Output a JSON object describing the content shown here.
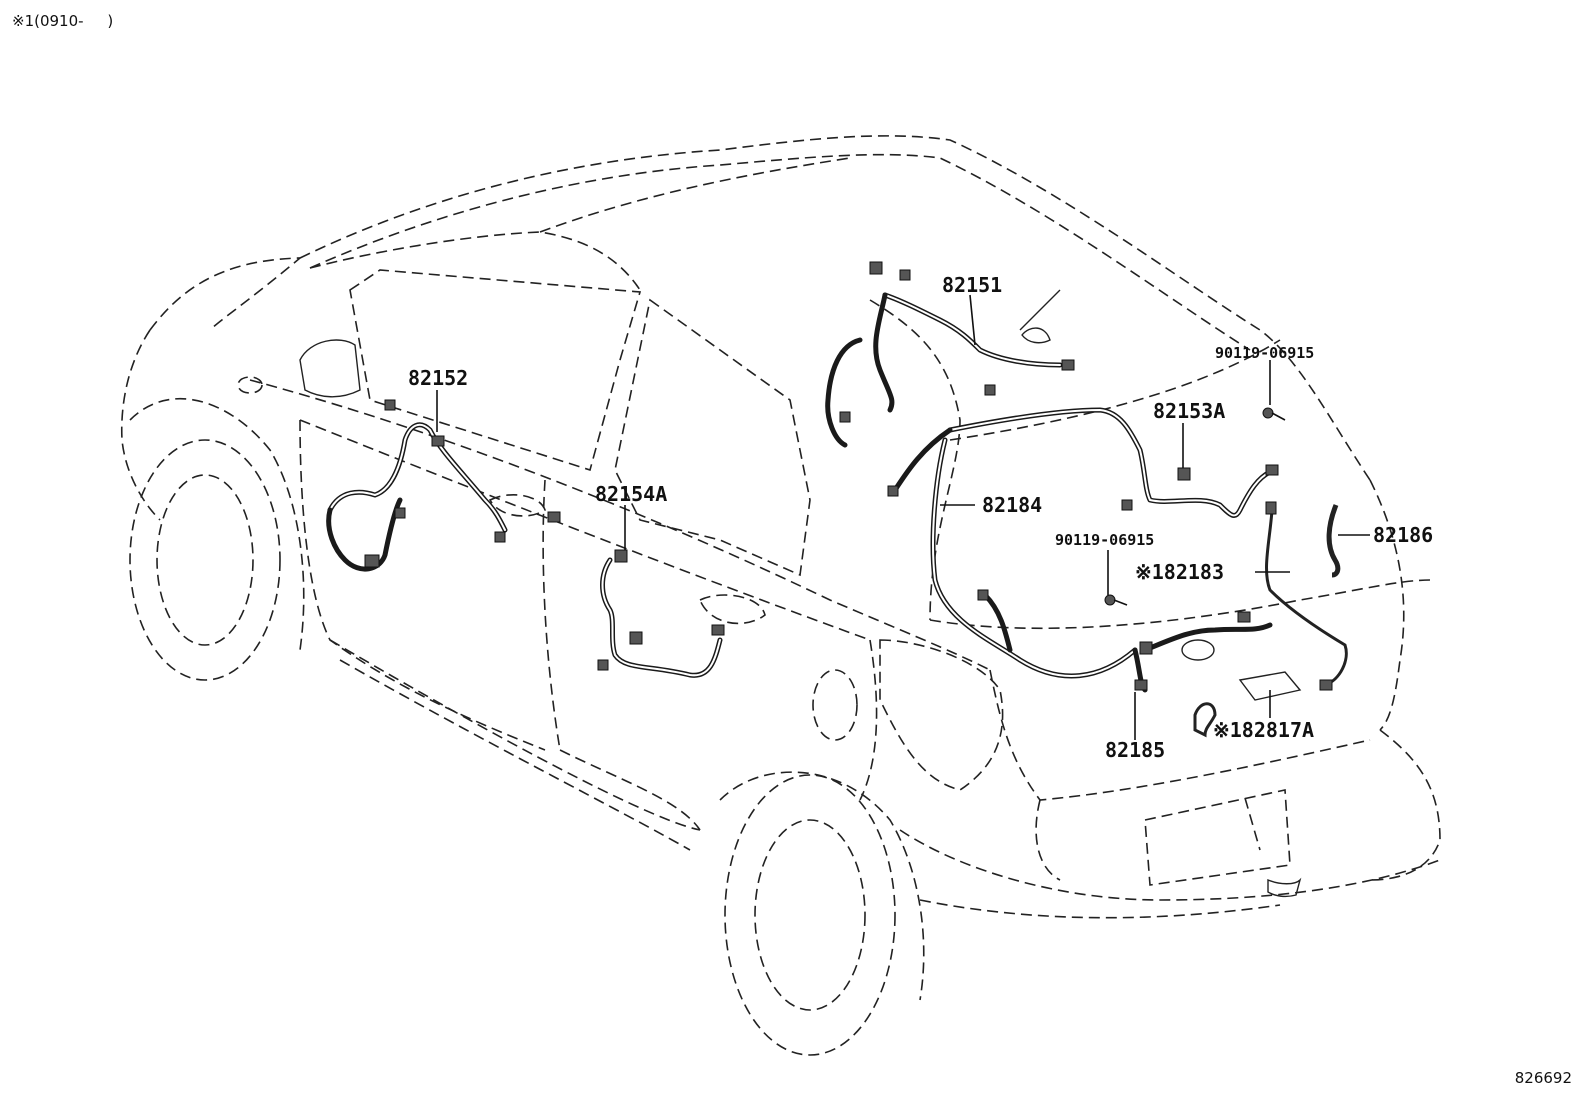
{
  "note": "※1(0910-     )",
  "figure_number": "826692",
  "callouts": [
    {
      "id": "82151",
      "text": "82151"
    },
    {
      "id": "82152",
      "text": "82152"
    },
    {
      "id": "82153A",
      "text": "82153A"
    },
    {
      "id": "82154A",
      "text": "82154A"
    },
    {
      "id": "82184",
      "text": "82184"
    },
    {
      "id": "82186",
      "text": "82186"
    },
    {
      "id": "82183",
      "text": "※182183"
    },
    {
      "id": "82185",
      "text": "82185"
    },
    {
      "id": "82817A",
      "text": "※182817A"
    },
    {
      "id": "bolt-upper",
      "text": "90119-06915"
    },
    {
      "id": "bolt-lower",
      "text": "90119-06915"
    }
  ]
}
